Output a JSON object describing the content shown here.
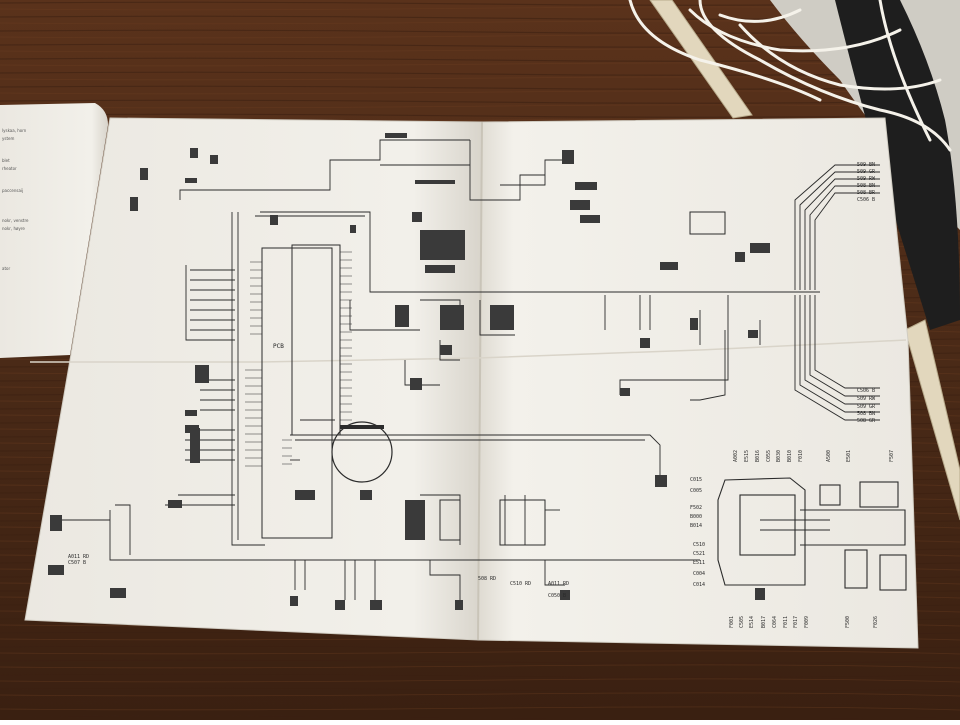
{
  "scene": {
    "colors": {
      "table": "#4a2a17",
      "table_dark": "#2e190d",
      "paper": "#f1efe9",
      "paper_shadow": "#dcd8cf",
      "ink": "#2b2b2b",
      "cable": "#f5f2ea",
      "rag": "#cfccc4",
      "dark_item": "#1c1c1c",
      "ruler": "#e2d7bd"
    }
  },
  "diagram": {
    "board_label": "PCB",
    "top_components": [
      {
        "code": "A002"
      },
      {
        "code": "E515"
      },
      {
        "code": "B016"
      },
      {
        "code": "C055"
      },
      {
        "code": "B030"
      },
      {
        "code": "B010"
      },
      {
        "code": "F010"
      },
      {
        "code": "A500"
      },
      {
        "code": "E501"
      },
      {
        "code": "F507"
      }
    ],
    "left_components": [
      {
        "code": "C015"
      },
      {
        "code": "C005"
      },
      {
        "code": "F502"
      },
      {
        "code": "B000"
      },
      {
        "code": "B014"
      },
      {
        "code": "C510"
      },
      {
        "code": "C521"
      },
      {
        "code": "E511"
      },
      {
        "code": "C004"
      },
      {
        "code": "C014"
      }
    ],
    "bottom_components": [
      {
        "code": "F001"
      },
      {
        "code": "C505"
      },
      {
        "code": "E514"
      },
      {
        "code": "B017"
      },
      {
        "code": "C064"
      },
      {
        "code": "F011"
      },
      {
        "code": "F017"
      },
      {
        "code": "F009"
      },
      {
        "code": "F500"
      },
      {
        "code": "F026"
      }
    ],
    "right_top_wires": [
      {
        "code": "509 BN"
      },
      {
        "code": "509 GR"
      },
      {
        "code": "509 RW"
      },
      {
        "code": "508 BN"
      },
      {
        "code": "508 BR"
      },
      {
        "code": "C506 B"
      }
    ],
    "right_mid_wires": [
      {
        "code": "C506 B"
      },
      {
        "code": "509 RW"
      },
      {
        "code": "509 GR"
      },
      {
        "code": "508 BN"
      },
      {
        "code": "508 GR"
      }
    ],
    "center_connectors": [
      {
        "code": "A011 RD"
      },
      {
        "code": "C507 B"
      },
      {
        "code": "508 RD"
      },
      {
        "code": "C510 RD"
      },
      {
        "code": "A011 RD"
      },
      {
        "code": "C050 B"
      }
    ],
    "booklet_lines": [
      {
        "text": "lyskaa, horn"
      },
      {
        "text": "ystem"
      },
      {
        "text": "blet"
      },
      {
        "text": "rheator"
      },
      {
        "text": "paccensaij"
      },
      {
        "text": "nokr, venstre"
      },
      {
        "text": "nokr, høyre"
      },
      {
        "text": "ator"
      }
    ]
  }
}
